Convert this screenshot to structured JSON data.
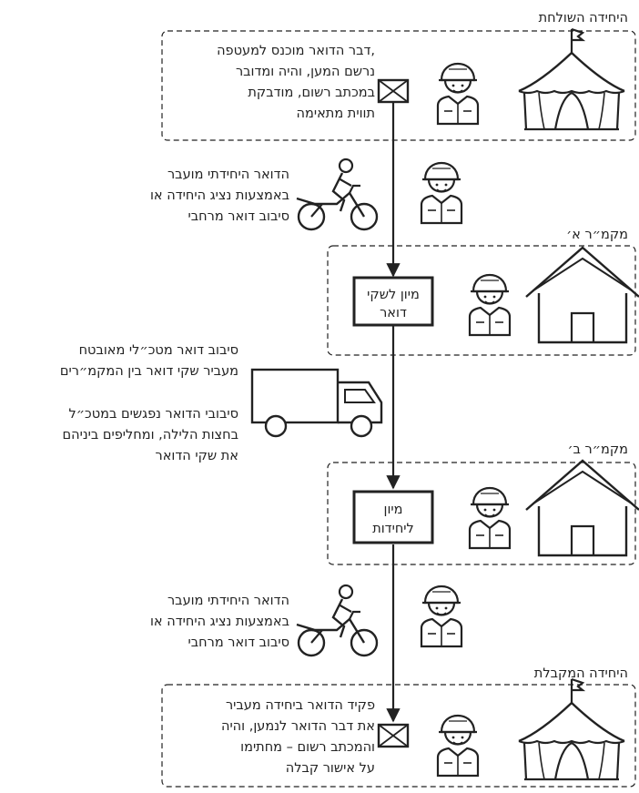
{
  "sections": {
    "sending_unit": {
      "title": "היחידה השולחת",
      "text": [
        "דבר הדואר מוכנס למעטפה,",
        "נרשם המען, והיה ומדובר",
        "במכתב רשום, מודבקת",
        "תווית מתאימה"
      ]
    },
    "courier_1": {
      "text": [
        "הדואר היחידתי מועבר",
        "באמצעות נציג היחידה או",
        "סיבוב דואר מרחבי"
      ]
    },
    "camp_a": {
      "title": "מקמ״ר א׳",
      "box": [
        "מיון לשקי",
        "דואר"
      ]
    },
    "truck": {
      "text1": [
        "סיבוב דואר מטכ״לי מאובטח",
        "מעביר שקי דואר בין המקמ״רים"
      ],
      "text2": [
        "סיבובי הדואר נפגשים במטכ״ל",
        "בחצות הלילה, ומחליפים ביניהם",
        "את שקי הדואר"
      ]
    },
    "camp_b": {
      "title": "מקמ״ר ב׳",
      "box": [
        "מיון",
        "ליחידות"
      ]
    },
    "courier_2": {
      "text": [
        "הדואר היחידתי מועבר",
        "באמצעות נציג היחידה או",
        "סיבוב דואר מרחבי"
      ]
    },
    "receiving_unit": {
      "title": "היחידה המקבלת",
      "text": [
        "פקיד הדואר ביחידה מעביר",
        "את דבר הדואר לנמען, והיה",
        "והמכתב רשום – מחתימו",
        "על אישור קבלה"
      ]
    }
  },
  "icons": [
    "tent-icon",
    "soldier-icon",
    "envelope-icon",
    "motorcycle-icon",
    "house-icon",
    "truck-icon"
  ]
}
